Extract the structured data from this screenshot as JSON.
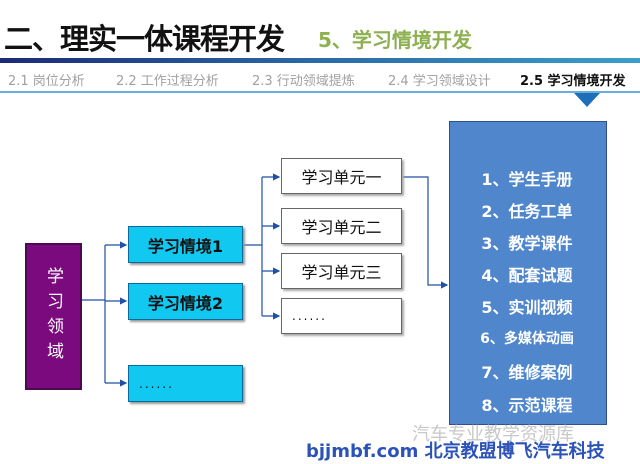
{
  "header": {
    "title": "二、理实一体课程开发",
    "subtitle": "5、学习情境开发"
  },
  "tabs": [
    {
      "label": "2.1 岗位分析"
    },
    {
      "label": "2.2 工作过程分析"
    },
    {
      "label": "2.3 行动领域提炼"
    },
    {
      "label": "2.4 学习领域设计"
    },
    {
      "label": "2.5 学习情境开发",
      "active": true
    }
  ],
  "diagram": {
    "field": "学习领域",
    "situations": [
      "学习情境1",
      "学习情境2",
      "......"
    ],
    "units": [
      "学习单元一",
      "学习单元二",
      "学习单元三",
      "......"
    ],
    "resources": [
      "1、学生手册",
      "2、任务工单",
      "3、教学课件",
      "4、配套试题",
      "5、实训视频",
      "6、多媒体动画",
      "7、维修案例",
      "8、示范课程"
    ]
  },
  "watermark": {
    "line1": "汽车专业教学资源库",
    "line2": "bjjmbf.com 北京教盟博飞汽车科技"
  },
  "colors": {
    "field": "#7a0a7e",
    "situation": "#10c8f0",
    "resource": "#4f86cc",
    "subtitle": "#8db050"
  }
}
